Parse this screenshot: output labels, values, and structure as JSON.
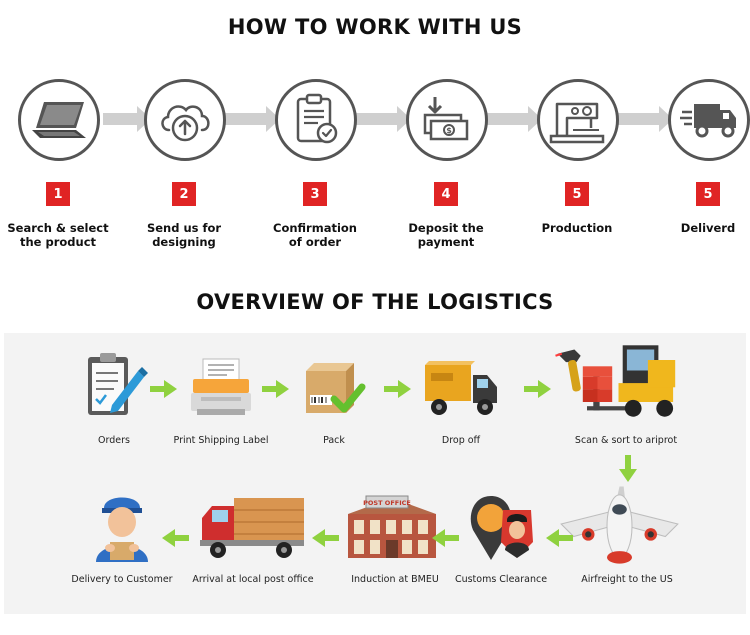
{
  "titles": {
    "work": "HOW TO WORK WITH US",
    "logistics": "OVERVIEW OF THE LOGISTICS"
  },
  "colors": {
    "step_number_bg": "#e02424",
    "arrow_gray": "#cfcfcf",
    "arrow_green": "#8fd13f",
    "panel_bg": "#f3f3f3",
    "circle_border": "#555555"
  },
  "steps": [
    {
      "number": "1",
      "label": "Search & select\nthe product",
      "icon": "laptop-icon"
    },
    {
      "number": "2",
      "label": "Send us for\ndesigning",
      "icon": "cloud-upload-icon"
    },
    {
      "number": "3",
      "label": "Confirmation\nof order",
      "icon": "clipboard-check-icon"
    },
    {
      "number": "4",
      "label": "Deposit the\npayment",
      "icon": "money-deposit-icon"
    },
    {
      "number": "5",
      "label": "Production",
      "icon": "sewing-machine-icon"
    },
    {
      "number": "5",
      "label": "Deliverd",
      "icon": "delivery-truck-icon"
    }
  ],
  "logistics": {
    "row1": [
      {
        "label": "Orders",
        "icon": "order-clipboard-icon"
      },
      {
        "label": "Print Shipping Label",
        "icon": "label-printer-icon"
      },
      {
        "label": "Pack",
        "icon": "package-box-icon"
      },
      {
        "label": "Drop off",
        "icon": "cargo-truck-icon"
      },
      {
        "label": "Scan & sort to ariprot",
        "icon": "scanner-forklift-icon"
      }
    ],
    "row2": [
      {
        "label": "Delivery to Customer",
        "icon": "courier-person-icon"
      },
      {
        "label": "Arrival at local post office",
        "icon": "mail-truck-icon"
      },
      {
        "label": "Induction at BMEU",
        "icon": "post-office-icon"
      },
      {
        "label": "Customs Clearance",
        "icon": "customs-officer-icon"
      },
      {
        "label": "Airfreight to the US",
        "icon": "airplane-icon"
      }
    ],
    "post_office_sign": "POST OFFICE"
  }
}
